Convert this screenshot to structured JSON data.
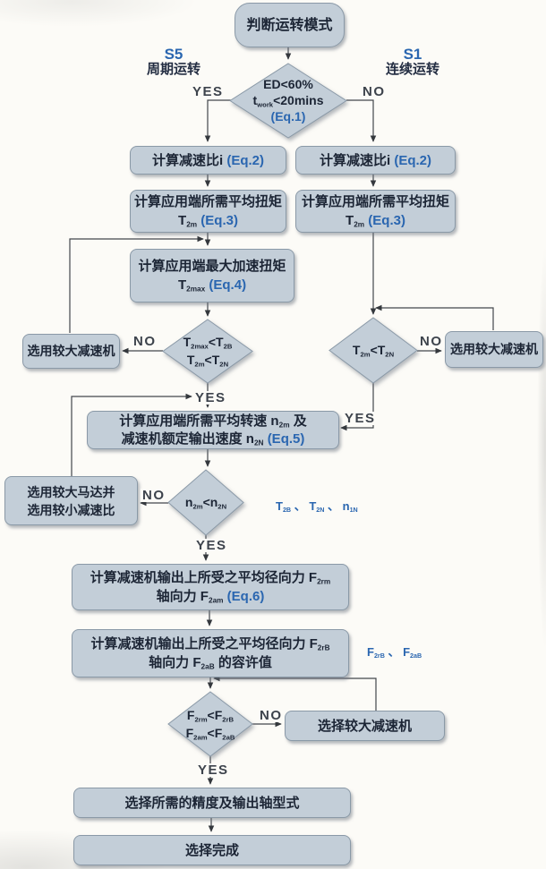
{
  "colors": {
    "box_fill": "#c3ced8",
    "box_border": "#8a99a7",
    "text_dark": "#1c2535",
    "accent_blue": "#2a66b0",
    "line": "#42464c",
    "yesno": "#3d434c",
    "background": "#fcfbf7"
  },
  "start": {
    "title": "判断运转模式"
  },
  "modes": {
    "left": {
      "code": "S5",
      "name": "周期运转",
      "branch": "YES"
    },
    "right": {
      "code": "S1",
      "name": "连续运转",
      "branch": "NO"
    }
  },
  "decision_ed": {
    "line1": "ED<60%",
    "line2": "t~work~<20mins",
    "eq": "(Eq.1)"
  },
  "left_branch": {
    "ratio": {
      "text": "计算减速比i",
      "eq": "(Eq.2)"
    },
    "torque": {
      "line1": "计算应用端所需平均扭矩",
      "line2": "T~2m~",
      "eq": "(Eq.3)"
    },
    "accel_torque": {
      "line1": "计算应用端最大加速扭矩",
      "line2": "T~2max~",
      "eq": "(Eq.4)"
    },
    "decision": {
      "line1": "T~2max~<T~2B~",
      "line2": "T~2m~<T~2N~",
      "no": "NO",
      "yes": "YES"
    },
    "bigger_reducer": "选用较大减速机"
  },
  "right_branch": {
    "ratio": {
      "text": "计算减速比i",
      "eq": "(Eq.2)"
    },
    "torque": {
      "line1": "计算应用端所需平均扭矩",
      "line2": "T~2m~",
      "eq": "(Eq.3)"
    },
    "decision": {
      "line1": "T~2m~<T~2N~",
      "no": "NO",
      "yes": "YES"
    },
    "bigger_reducer": "选用较大减速机"
  },
  "speed": {
    "calc": {
      "line1": "计算应用端所需平均转速 n~2m~ 及",
      "line2": "减速机额定输出速度 n~2N~",
      "eq": "(Eq.5)"
    },
    "decision": {
      "line1": "n~2m~<n~2N~",
      "no": "NO",
      "yes": "YES"
    },
    "bigger_motor": {
      "line1": "选用较大马达并",
      "line2": "选用较小减速比"
    },
    "note": "T~2B~ 、 T~2N~ 、 n~1N~"
  },
  "force": {
    "calc": {
      "line1": "计算减速机输出上所受之平均径向力 F~2rm~",
      "line2": "轴向力 F~2am~",
      "eq": "(Eq.6)"
    },
    "allow": {
      "line1": "计算减速机输出上所受之平均径向力 F~2rB~",
      "line2": "轴向力 F~2aB~ 的容许值"
    },
    "note": "F~2rB~ 、 F~2aB~",
    "decision": {
      "line1": "F~2rm~<F~2rB~",
      "line2": "F~2am~<F~2aB~",
      "no": "NO",
      "yes": "YES"
    },
    "bigger_reducer": "选择较大减速机"
  },
  "final": {
    "precision": "选择所需的精度及输出轴型式",
    "done": "选择完成"
  }
}
